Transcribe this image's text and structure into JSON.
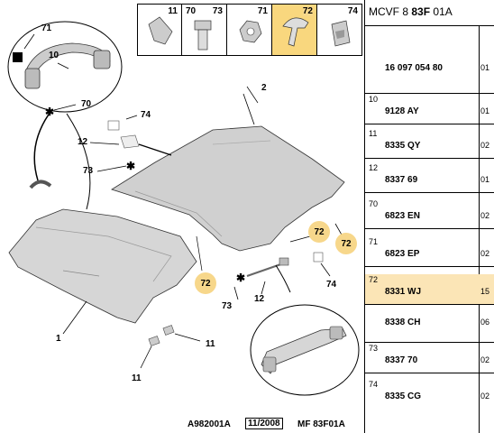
{
  "header": {
    "model": "MCVF 8",
    "code": "83F",
    "suffix": "01A"
  },
  "parts_table": [
    {
      "sub": "",
      "ref": "16 097 054 80",
      "qty": "01"
    },
    {
      "sub": "10",
      "ref": "9128 AY",
      "qty": "01"
    },
    {
      "sub": "11",
      "ref": "8335 QY",
      "qty": "02"
    },
    {
      "sub": "12",
      "ref": "8337 69",
      "qty": "01"
    },
    {
      "sub": "70",
      "ref": "6823 EN",
      "qty": "02"
    },
    {
      "sub": "71",
      "ref": "6823 EP",
      "qty": "02"
    },
    {
      "sub": "72",
      "ref": "8331 WJ",
      "qty": "15",
      "highlight": true
    },
    {
      "sub": "",
      "ref": "8338 CH",
      "qty": "06"
    },
    {
      "sub": "73",
      "ref": "8337 70",
      "qty": "02"
    },
    {
      "sub": "74",
      "ref": "8335 CG",
      "qty": "02"
    }
  ],
  "icon_strip": [
    {
      "num": "11",
      "icon": "clip-icon"
    },
    {
      "num": "70",
      "icon": "screw-icon",
      "num2": "73"
    },
    {
      "num": "71",
      "icon": "nut-icon"
    },
    {
      "num": "72",
      "icon": "push-pin-icon",
      "highlight": true
    },
    {
      "num": "74",
      "icon": "bracket-icon"
    }
  ],
  "callouts": [
    "71",
    "10",
    "70",
    "74",
    "12",
    "73",
    "2",
    "72",
    "72",
    "1",
    "72",
    "73",
    "12",
    "74",
    "11",
    "11"
  ],
  "footer": {
    "ref": "A982001A",
    "date": "11/2008",
    "code": "MF 83F01A"
  },
  "colors": {
    "highlight": "#f7d78b",
    "row_highlight": "#fbe5b6"
  }
}
